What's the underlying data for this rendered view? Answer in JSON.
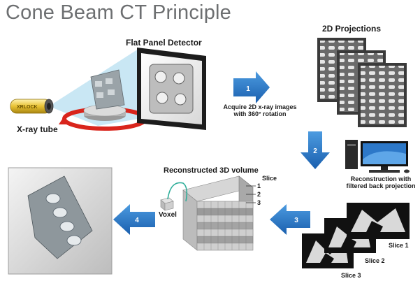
{
  "title": "Cone Beam CT Principle",
  "labels": {
    "detector": "Flat Panel Detector",
    "xray_tube": "X-ray tube",
    "tube_brand": "XRLOCK",
    "projections": "2D Projections",
    "acquire_line1": "Acquire 2D x-ray images",
    "acquire_line2": "with 360° rotation",
    "reconstruction_line1": "Reconstruction with",
    "reconstruction_line2": "filtered back projection",
    "volume": "Reconstructed 3D volume",
    "voxel": "Voxel",
    "slice_header": "Slice",
    "slice_index_1": "1",
    "slice_index_2": "2",
    "slice_index_3": "3",
    "slice1": "Slice 1",
    "slice2": "Slice 2",
    "slice3": "Slice 3"
  },
  "steps": [
    "1",
    "2",
    "3",
    "4"
  ],
  "colors": {
    "arrow_blue": "#1f6fc4",
    "rotation_red": "#d9251c",
    "title_gray": "#6d6f71",
    "beam_cyan": "#bfe3f2"
  }
}
